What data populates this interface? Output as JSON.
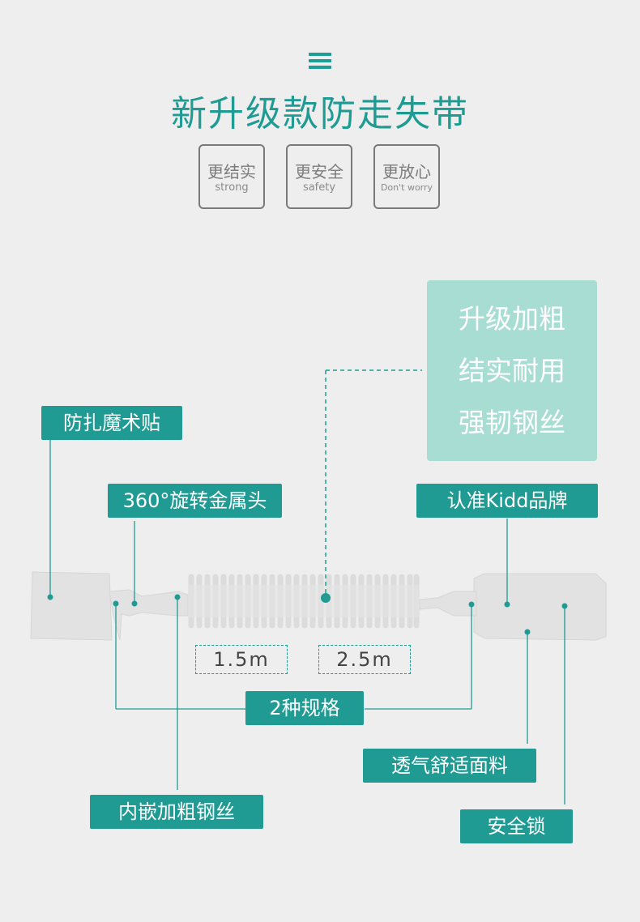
{
  "header": {
    "menu_icon": "menu-icon",
    "title": "新升级款防走失带"
  },
  "badges": [
    {
      "zh": "更结实",
      "en": "strong"
    },
    {
      "zh": "更安全",
      "en": "safety"
    },
    {
      "zh": "更放心",
      "en": "Don't worry"
    }
  ],
  "highlight": {
    "line1": "升级加粗",
    "line2": "结实耐用",
    "line3": "强韧钢丝"
  },
  "labels": {
    "velcro": "防扎魔术贴",
    "metal_head": "360°旋转金属头",
    "brand": "认准Kidd品牌",
    "specs": "2种规格",
    "fabric": "透气舒适面料",
    "steel_wire": "内嵌加粗钢丝",
    "safety_lock": "安全锁"
  },
  "lengths": {
    "short": "1.5m",
    "long": "2.5m"
  },
  "colors": {
    "accent": "#1f9b93",
    "mint": "#a8ddd3",
    "background": "#eeeeee"
  }
}
